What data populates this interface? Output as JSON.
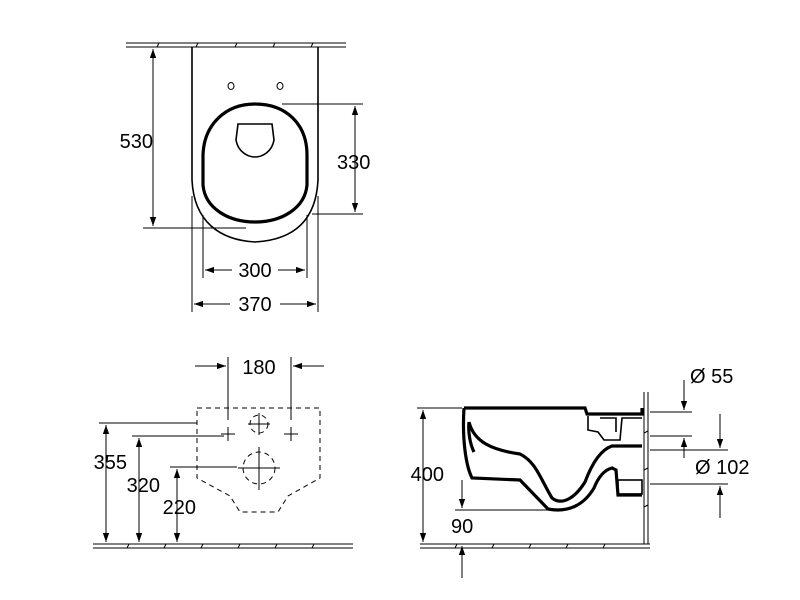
{
  "views": {
    "top": {
      "dim_depth": "530",
      "dim_bowl_depth": "330",
      "dim_bowl_width": "300",
      "dim_total_width": "370"
    },
    "rear": {
      "dim_fixing_spacing": "180",
      "dim_fixing_height_1": "355",
      "dim_fixing_height_2": "320",
      "dim_fixing_height_3": "220"
    },
    "side": {
      "dim_rim_height": "400",
      "dim_outlet_offset": "90",
      "dim_water_inlet": "Ø 55",
      "dim_waste_outlet": "Ø 102"
    }
  }
}
